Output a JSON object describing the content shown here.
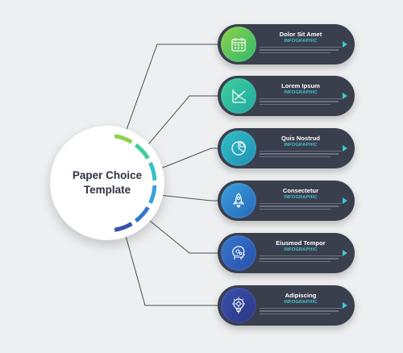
{
  "hub": {
    "line1": "Paper Choice",
    "line2": "Template"
  },
  "items": [
    {
      "title": "Dolor Sit Amet",
      "subtitle": "INFOGRAPHIC",
      "icon": "calendar-icon",
      "color_start": "#8fd24a",
      "color_end": "#2fb86a"
    },
    {
      "title": "Lorem Ipsum",
      "subtitle": "INFOGRAPHIC",
      "icon": "line-chart-icon",
      "color_start": "#3fd09a",
      "color_end": "#22a6a4"
    },
    {
      "title": "Quis Nostrud",
      "subtitle": "INFOGRAPHIC",
      "icon": "pie-chart-icon",
      "color_start": "#34c0c6",
      "color_end": "#1f8fb4"
    },
    {
      "title": "Consectetur",
      "subtitle": "INFOGRAPHIC",
      "icon": "rocket-icon",
      "color_start": "#3a9fdc",
      "color_end": "#2568b8"
    },
    {
      "title": "Eiusmod Tempor",
      "subtitle": "INFOGRAPHIC",
      "icon": "head-gears-icon",
      "color_start": "#3478d0",
      "color_end": "#2a4ea8"
    },
    {
      "title": "Adipiscing",
      "subtitle": "INFOGRAPHIC",
      "icon": "lightbulb-gear-icon",
      "color_start": "#3a52b0",
      "color_end": "#2a3580"
    }
  ],
  "colors": {
    "background": "#eeeff0",
    "card": "#3a3f4e",
    "accent": "#41c6d2",
    "connector": "#4a4e58"
  }
}
